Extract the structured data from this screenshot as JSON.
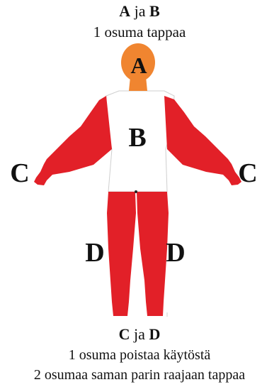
{
  "header": {
    "zone_a": "A",
    "joiner": "ja",
    "zone_b": "B",
    "rule": "1 osuma tappaa"
  },
  "figure": {
    "labels": {
      "head": "A",
      "torso": "B",
      "left_arm": "C",
      "right_arm": "C",
      "left_leg": "D",
      "right_leg": "D"
    },
    "colors": {
      "head": "#f08530",
      "limbs": "#e22028",
      "torso": "#ffffff",
      "outline": "#b8b8b8"
    }
  },
  "footer": {
    "zone_c": "C",
    "joiner": "ja",
    "zone_d": "D",
    "rule_1": "1 osuma poistaa käytöstä",
    "rule_2": "2 osumaa saman parin raajaan tappaa"
  }
}
